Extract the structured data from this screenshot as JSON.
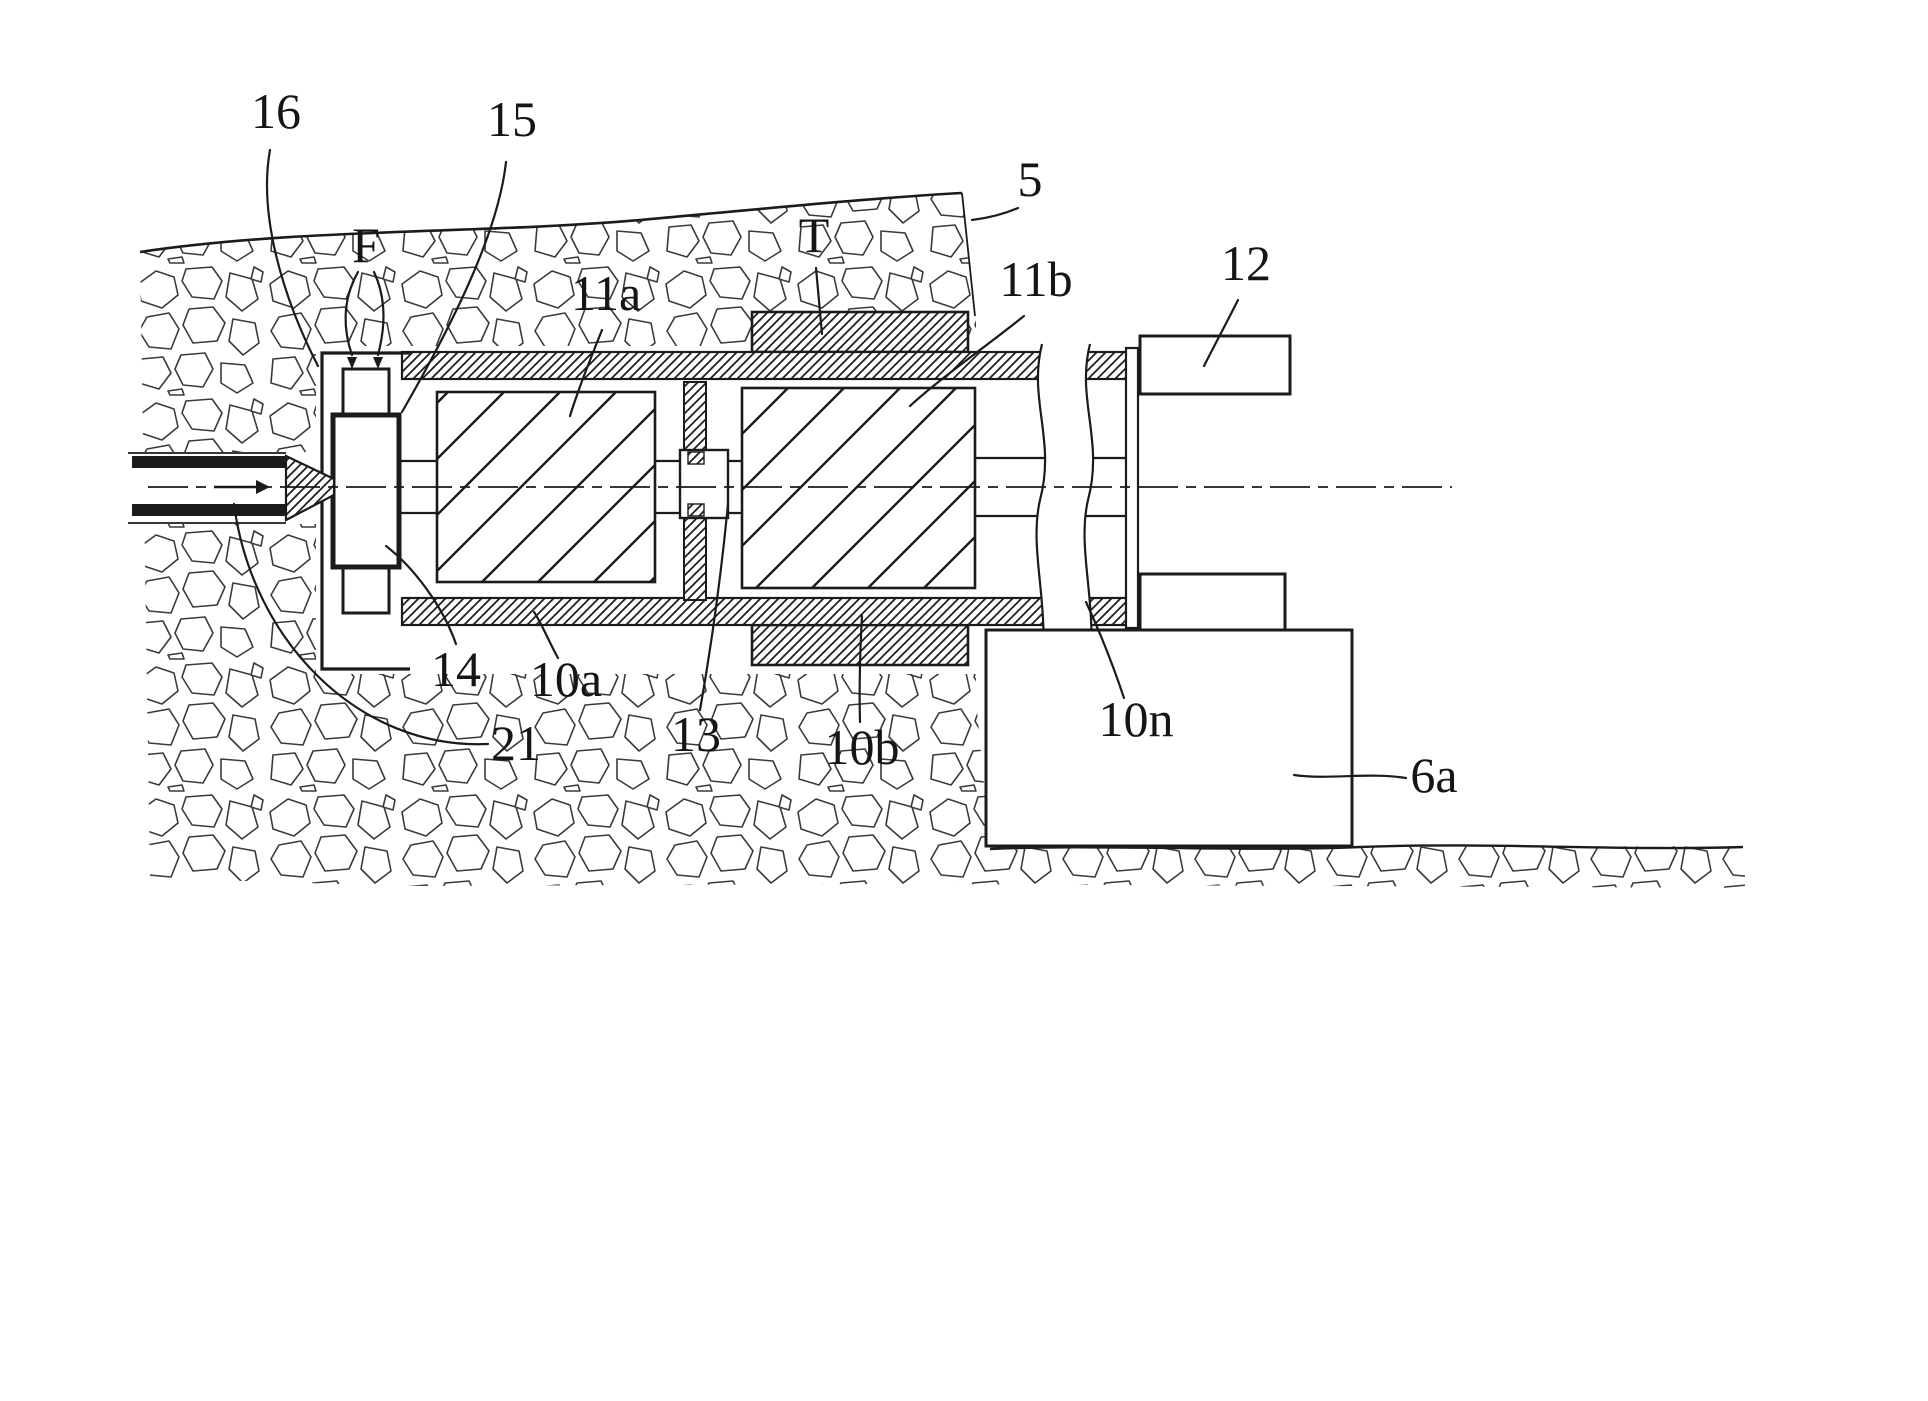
{
  "figure": {
    "kind": "patent-drawing",
    "ink_color": "#1b1b1b",
    "background_color": "#ffffff",
    "labels": {
      "ref16": "16",
      "ref15": "15",
      "refF": "F",
      "refT": "T",
      "ref5": "5",
      "ref11a": "11a",
      "ref11b": "11b",
      "ref12": "12",
      "ref14": "14",
      "ref10a": "10a",
      "ref21": "21",
      "ref13": "13",
      "ref10b": "10b",
      "ref10n": "10n",
      "ref6a": "6a"
    }
  }
}
